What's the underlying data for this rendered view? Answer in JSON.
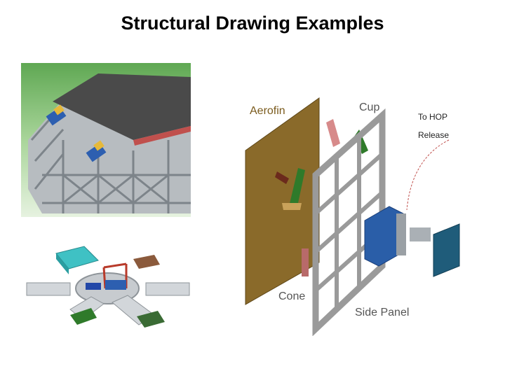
{
  "title": "Structural Drawing Examples",
  "callouts": {
    "aerofin": "Aerofin",
    "cup": "Cup",
    "to_hop": "To HOP",
    "release": "Release",
    "cone": "Cone",
    "side_panel": "Side Panel"
  },
  "colors": {
    "aerofin_panel": "#8a6a2a",
    "side_panel_frame": "#9a9a9a",
    "hop_box": "#2a5ea8",
    "cable": "#c0504d",
    "top_background": "#7fbf6a"
  }
}
